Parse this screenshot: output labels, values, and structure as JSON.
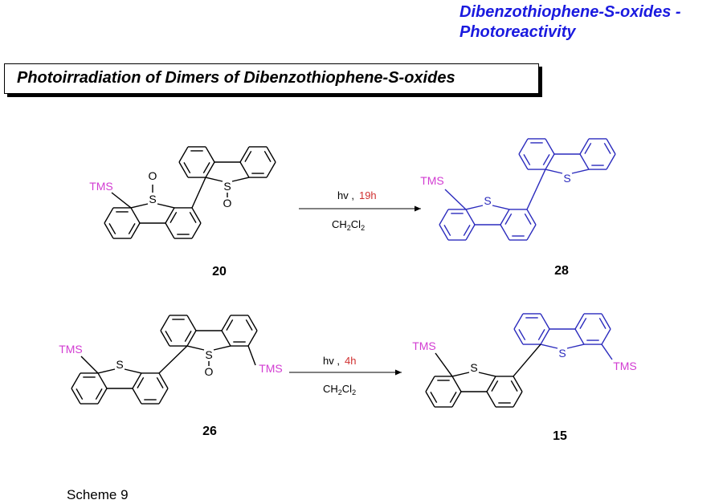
{
  "header": {
    "title_line1": "Dibenzothiophene-S-oxides -",
    "title_line2": "Photoreactivity"
  },
  "section": {
    "title": "Photoirradiation of Dimers of Dibenzothiophene-S-oxides"
  },
  "colors": {
    "header": "#1a1adf",
    "tms": "#d23cd2",
    "product_bonds": "#2b2bbd",
    "time": "#d03030",
    "reactant_bonds": "#000000"
  },
  "reactions": [
    {
      "reactant": "20",
      "product": "28",
      "conditions": {
        "hv": "hv ,",
        "time": "19h",
        "solvent_main": "CH",
        "solvent_sub1": "2",
        "solvent_mid": "Cl",
        "solvent_sub2": "2"
      }
    },
    {
      "reactant": "26",
      "product": "15",
      "conditions": {
        "hv": "hv ,",
        "time": "4h",
        "solvent_main": "CH",
        "solvent_sub1": "2",
        "solvent_mid": "Cl",
        "solvent_sub2": "2"
      }
    }
  ],
  "labels": {
    "tms": "TMS",
    "sulfur": "S",
    "oxygen": "O"
  },
  "caption": "Scheme 9"
}
